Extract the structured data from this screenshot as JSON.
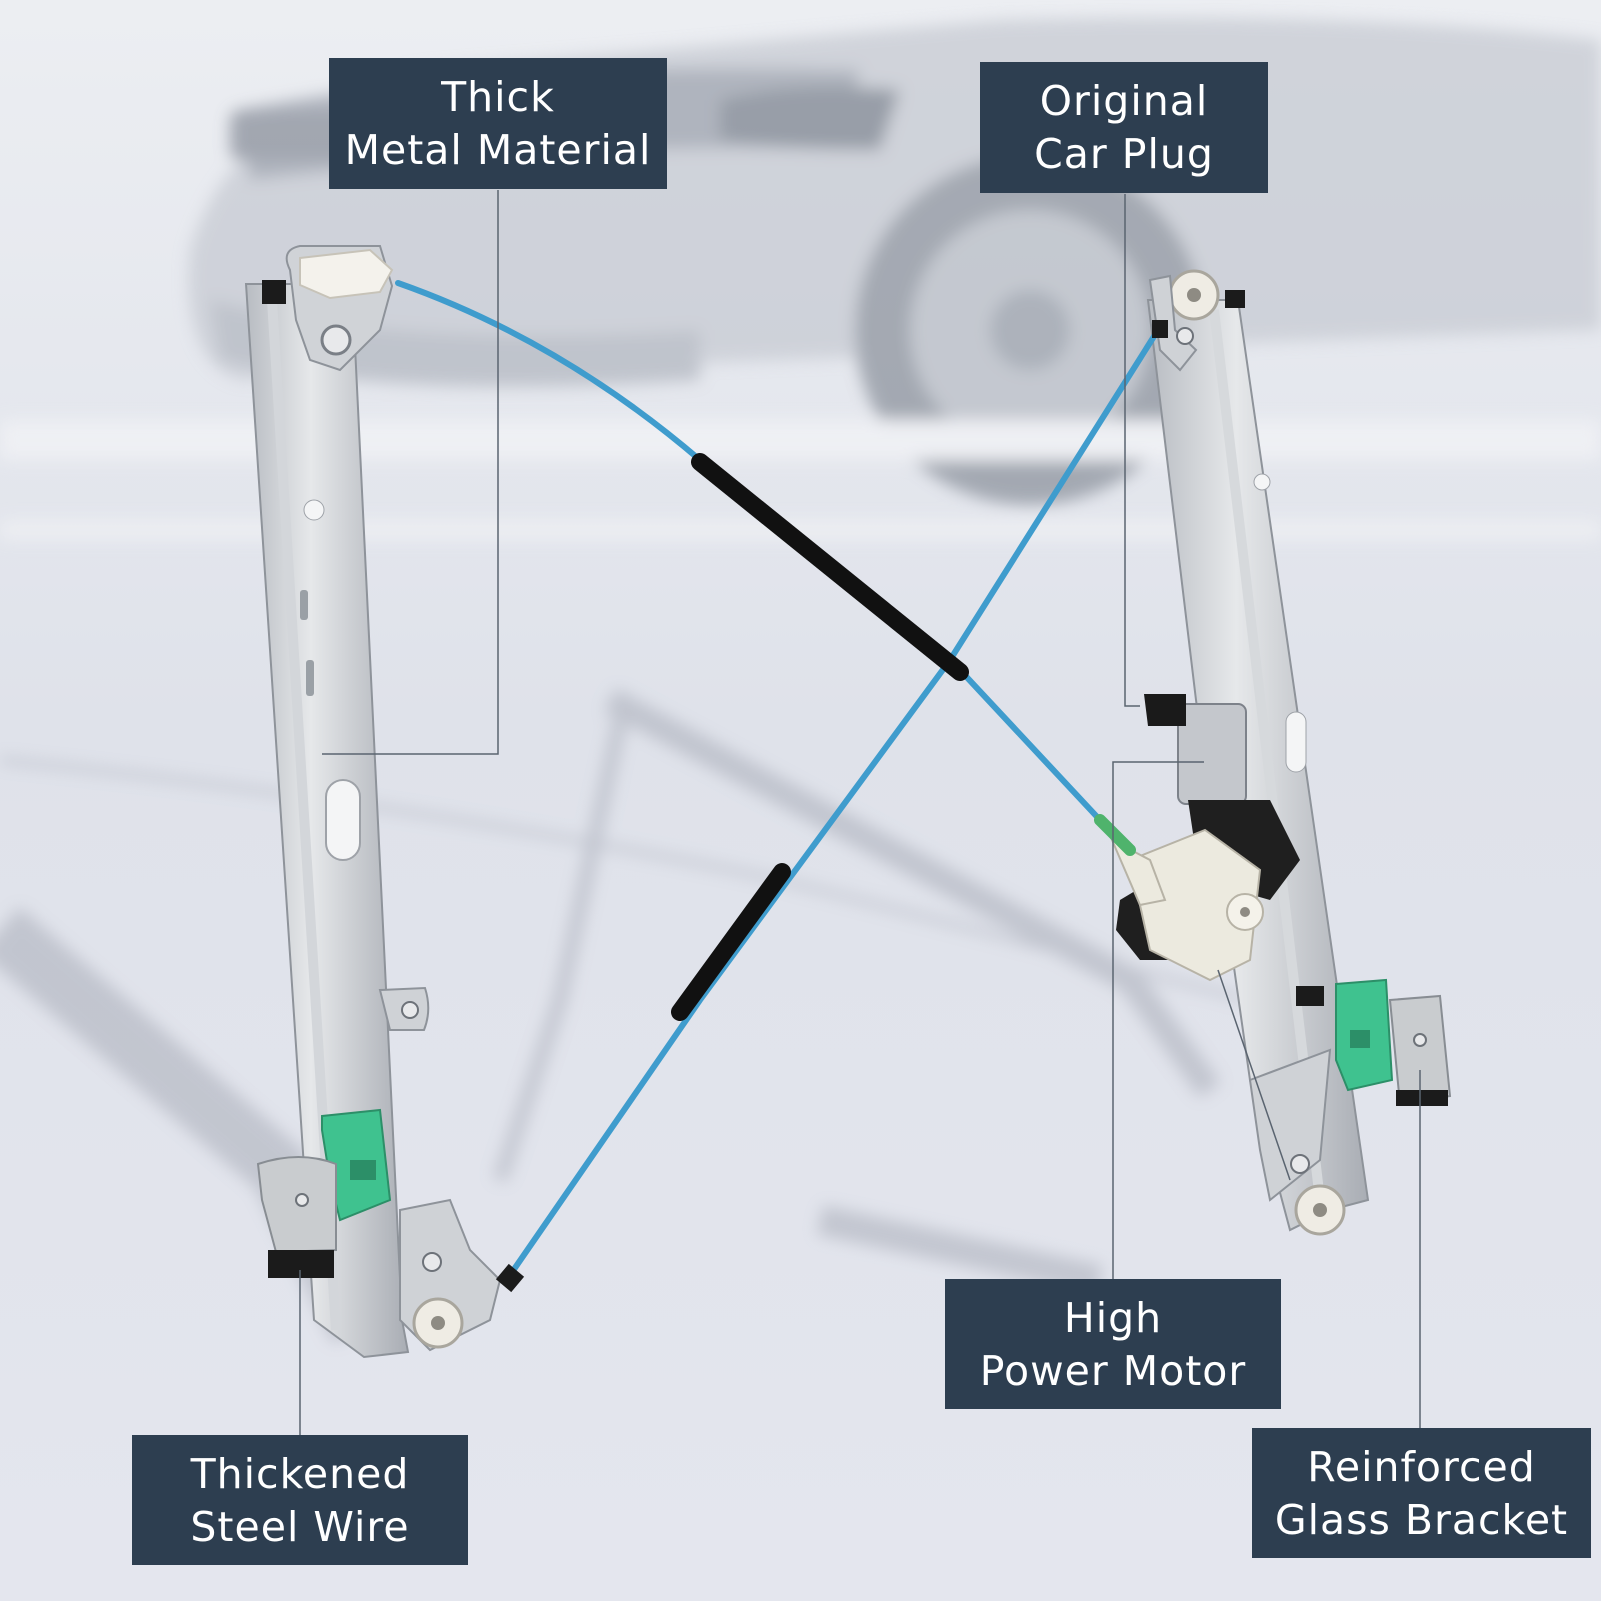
{
  "callouts": {
    "metal": {
      "line1": "Thick",
      "line2": "Metal Material"
    },
    "plug": {
      "line1": "Original",
      "line2": "Car Plug"
    },
    "motor": {
      "line1": "High",
      "line2": "Power Motor"
    },
    "wire": {
      "line1": "Thickened",
      "line2": "Steel Wire"
    },
    "bracket": {
      "line1": "Reinforced",
      "line2": "Glass Bracket"
    }
  },
  "colors": {
    "callout_bg": "#2d3e50",
    "callout_text": "#ffffff",
    "cable": "#3f9ccd",
    "rail": "#c9ccd1",
    "clip_green": "#3fc28f",
    "sleeve": "#111111",
    "leader_line": "#5a6470"
  }
}
